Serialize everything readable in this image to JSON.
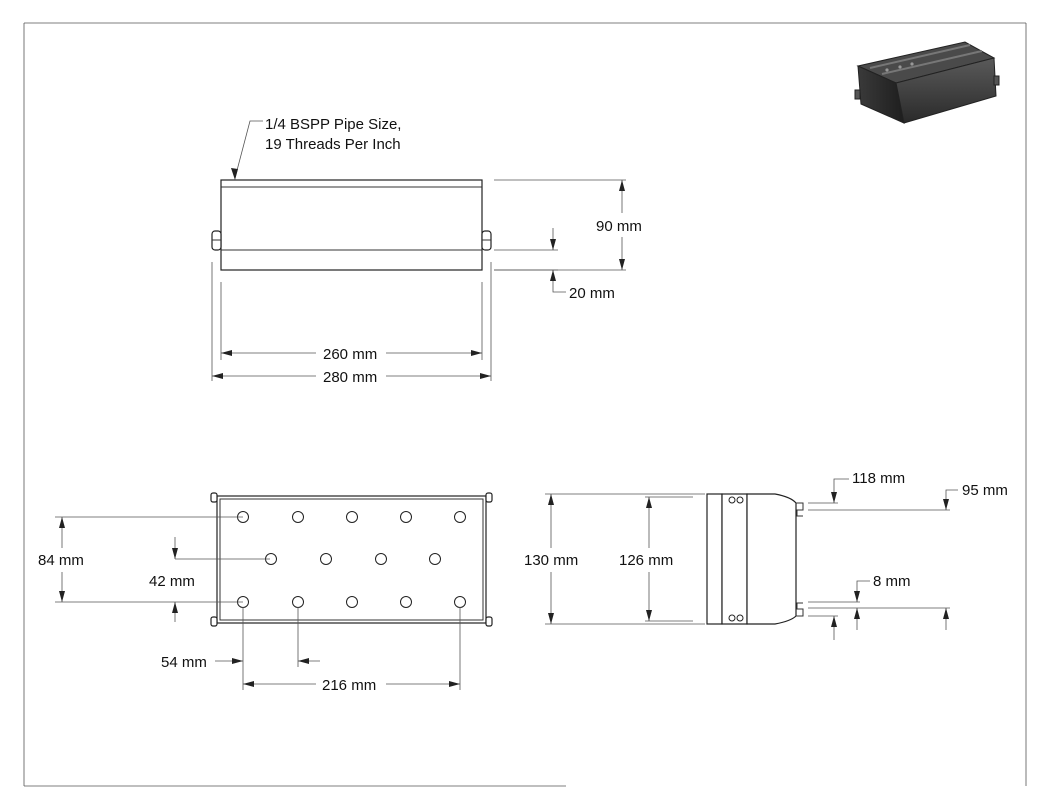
{
  "note": {
    "line1": "1/4 BSPP Pipe Size,",
    "line2": "19 Threads Per Inch"
  },
  "dims": {
    "height_90": "90 mm",
    "offset_20": "20 mm",
    "length_260": "260 mm",
    "length_280": "280 mm",
    "rows_84": "84 mm",
    "rows_42": "42 mm",
    "col_54": "54 mm",
    "col_216": "216 mm",
    "width_130": "130 mm",
    "width_126": "126 mm",
    "rail_118": "118 mm",
    "rail_95": "95 mm",
    "rail_8": "8 mm"
  },
  "iso_view": {
    "shade": "#2e2e2e",
    "highlight": "#6a6a6a"
  },
  "hole_grid": {
    "outer_rows_count": 5,
    "middle_row_count": 4
  }
}
